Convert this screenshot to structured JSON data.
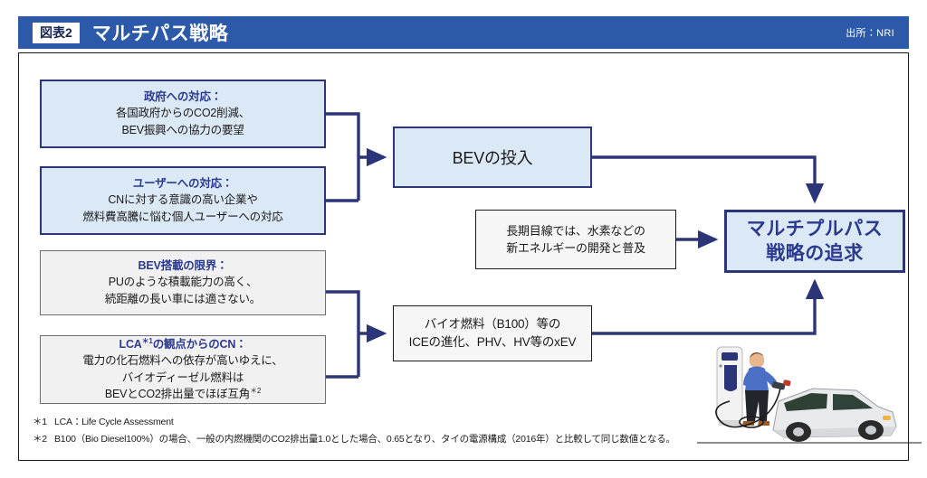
{
  "header": {
    "badge": "図表2",
    "title": "マルチパス戦略",
    "source": "出所：NRI"
  },
  "colors": {
    "header_blue": "#2c5aa8",
    "box_fill_blue": "#dbe8f6",
    "box_border_navy": "#2b3577",
    "box_fill_gray": "#f1f1f1",
    "text_navy": "#2b3a8f",
    "connector": "#2b3577"
  },
  "nodes": {
    "government": {
      "title": "政府への対応：",
      "line1": "各国政府からのCO2削減、",
      "line2": "BEV振興への協力の要望"
    },
    "user": {
      "title": "ユーザーへの対応：",
      "line1": "CNに対する意識の高い企業や",
      "line2": "燃料費高騰に悩む個人ユーザーへの対応"
    },
    "bev_limit": {
      "title": "BEV搭載の限界：",
      "line1": "PUのような積載能力の高く、",
      "line2": "続距離の長い車には適さない。"
    },
    "lca": {
      "title_main": "LCA",
      "title_sup": "＊1",
      "title_rest": "の観点からのCN：",
      "line1": "電力の化石燃料への依存が高いゆえに、",
      "line2": "バイオディーゼル燃料は",
      "line3_main": "BEVとCO2排出量でほぼ互角",
      "line3_sup": "＊2"
    },
    "bev_intro": {
      "label": "BEVの投入"
    },
    "hydrogen": {
      "line1": "長期目線では、水素などの",
      "line2": "新エネルギーの開発と普及"
    },
    "biofuel": {
      "line1": "バイオ燃料（B100）等の",
      "line2": "ICEの進化、PHV、HV等のxEV"
    },
    "goal": {
      "line1": "マルチプルパス",
      "line2": "戦略の追求"
    }
  },
  "footnotes": [
    {
      "mark": "＊1",
      "text": "LCA：Life Cycle Assessment"
    },
    {
      "mark": "＊2",
      "text": "B100（Bio Diesel100%）の場合、一般の内燃機関のCO2排出量1.0とした場合、0.65となり、タイの電源構成（2016年）と比較して同じ数値となる。"
    }
  ],
  "illustration": {
    "name": "ev-charging-station-illustration",
    "description": "人物がEV充電ステーションで白いピックアップトラックを充電しているイラスト"
  }
}
